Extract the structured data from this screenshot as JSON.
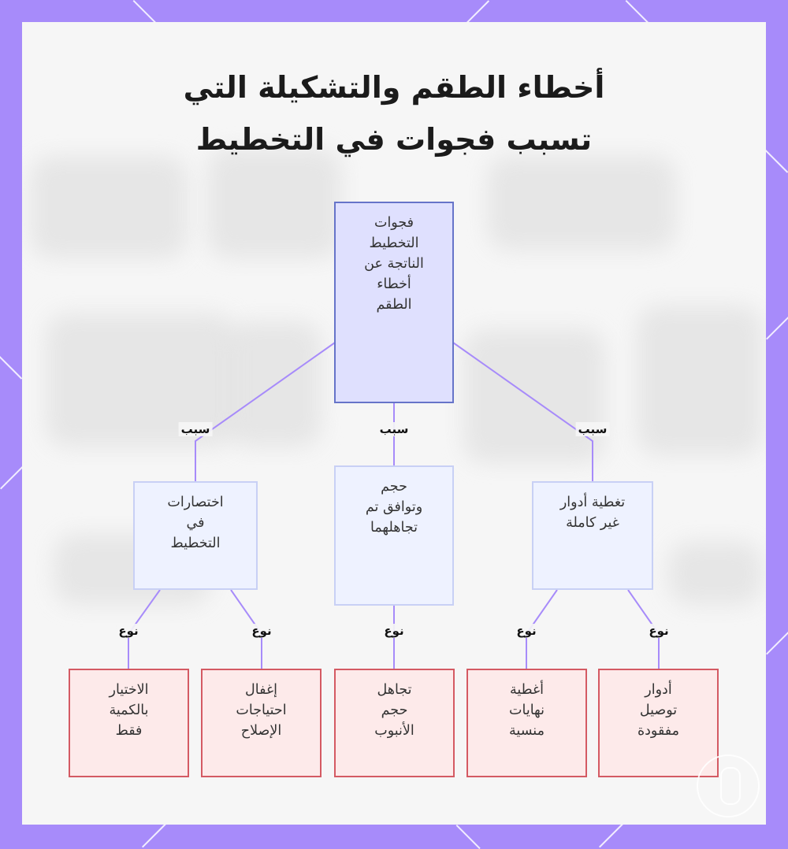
{
  "title": {
    "line1": "أخطاء الطقم والتشكيلة التي",
    "line2": "تسبب فجوات في التخطيط"
  },
  "diagram": {
    "root": "فجوات\nالتخطيط\nالناتجة عن\nأخطاء\nالطقم",
    "causes": [
      {
        "label": "اختصارات\nفي\nالتخطيط",
        "edge": "سبب"
      },
      {
        "label": "حجم\nوتوافق تم\nتجاهلهما",
        "edge": "سبب"
      },
      {
        "label": "تغطية أدوار\nغير كاملة",
        "edge": "سبب"
      }
    ],
    "types": [
      {
        "label": "الاختيار\nبالكمية\nفقط",
        "edge": "نوع"
      },
      {
        "label": "إغفال\nاحتياجات\nالإصلاح",
        "edge": "نوع"
      },
      {
        "label": "تجاهل\nحجم\nالأنبوب",
        "edge": "نوع"
      },
      {
        "label": "أغطية\nنهايات\nمنسية",
        "edge": "نوع"
      },
      {
        "label": "أدوار\nتوصيل\nمفقودة",
        "edge": "نوع"
      }
    ]
  },
  "colors": {
    "frame": "#a78bfa",
    "edge": "#a78bfa",
    "root_fill": "#dfe0fe",
    "root_border": "#6674c9",
    "cause_fill": "#eef2ff",
    "cause_border": "#c8d0f5",
    "type_fill": "#fdeaea",
    "type_border": "#d45a63"
  }
}
